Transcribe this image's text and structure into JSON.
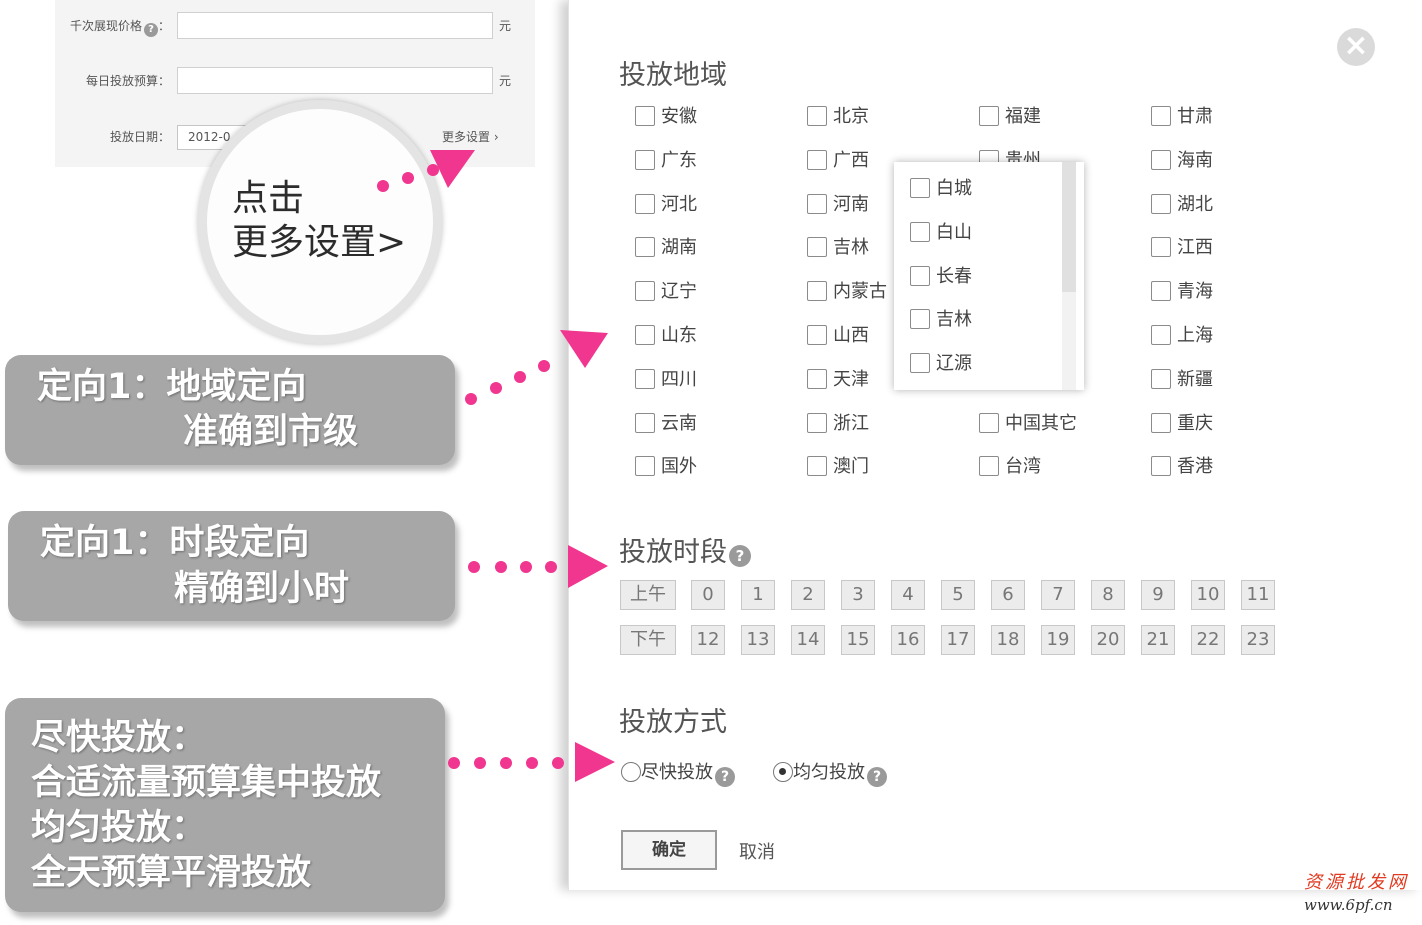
{
  "mini_form": {
    "cpm_label": "千次展现价格",
    "cpm_value": "",
    "cpm_unit": "元",
    "daily_budget_label": "每日投放预算：",
    "daily_budget_value": "",
    "daily_budget_unit": "元",
    "date_label": "投放日期：",
    "date_value": "2012-0",
    "more_settings": "更多设置 ›"
  },
  "magnifier": {
    "line1": "点击",
    "line2": "更多设置>"
  },
  "callouts": {
    "region": {
      "line1": "定向1：地域定向",
      "line2": "准确到市级"
    },
    "time": {
      "line1": "定向1：时段定向",
      "line2": "精确到小时"
    },
    "method": {
      "line1": "尽快投放：",
      "line2": "合适流量预算集中投放",
      "line3": "均匀投放：",
      "line4": "全天预算平滑投放"
    }
  },
  "panel": {
    "close_icon": "×",
    "region_title": "投放地域",
    "regions": [
      [
        "安徽",
        "北京",
        "福建",
        "甘肃"
      ],
      [
        "广东",
        "广西",
        "贵州",
        "海南"
      ],
      [
        "河北",
        "河南",
        "",
        "湖北"
      ],
      [
        "湖南",
        "吉林",
        "",
        "江西"
      ],
      [
        "辽宁",
        "内蒙古",
        "",
        "青海"
      ],
      [
        "山东",
        "山西",
        "",
        "上海"
      ],
      [
        "四川",
        "天津",
        "",
        "新疆"
      ],
      [
        "云南",
        "浙江",
        "中国其它",
        "重庆"
      ],
      [
        "国外",
        "澳门",
        "台湾",
        "香港"
      ]
    ],
    "city_dropdown": [
      "白城",
      "白山",
      "长春",
      "吉林",
      "辽源"
    ],
    "time_title": "投放时段",
    "am_label": "上午",
    "pm_label": "下午",
    "am_hours": [
      "0",
      "1",
      "2",
      "3",
      "4",
      "5",
      "6",
      "7",
      "8",
      "9",
      "10",
      "11"
    ],
    "pm_hours": [
      "12",
      "13",
      "14",
      "15",
      "16",
      "17",
      "18",
      "19",
      "20",
      "21",
      "22",
      "23"
    ],
    "method_title": "投放方式",
    "method_fast": "尽快投放",
    "method_even": "均匀投放",
    "selected_method": "均匀投放",
    "confirm": "确定",
    "cancel": "取消"
  },
  "watermark": {
    "line1": "资源批发网",
    "line2": "www.6pf.cn"
  },
  "colors": {
    "accent_pink": "#f0368f",
    "callout_grey": "#a7a7a7"
  }
}
